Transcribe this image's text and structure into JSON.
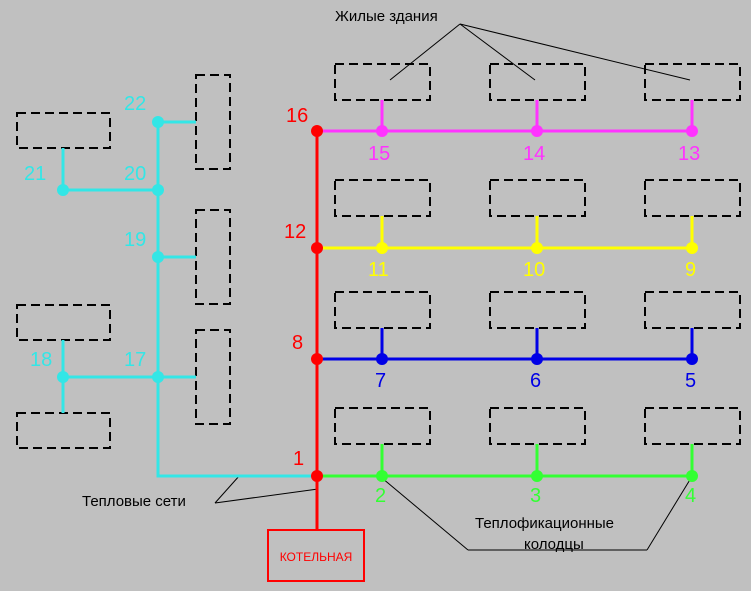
{
  "labels": {
    "residential": "Жилые здания",
    "heat_networks": "Тепловые сети",
    "chambers_line1": "Теплофикационные",
    "chambers_line2": "колодцы",
    "boiler": "КОТЕЛЬНАЯ"
  },
  "nodes": {
    "n1": "1",
    "n2": "2",
    "n3": "3",
    "n4": "4",
    "n5": "5",
    "n6": "6",
    "n7": "7",
    "n8": "8",
    "n9": "9",
    "n10": "10",
    "n11": "11",
    "n12": "12",
    "n13": "13",
    "n14": "14",
    "n15": "15",
    "n16": "16",
    "n17": "17",
    "n18": "18",
    "n19": "19",
    "n20": "20",
    "n21": "21",
    "n22": "22"
  },
  "colors": {
    "background": "#c0c0c0",
    "main_line": "#ff0000",
    "row_green": "#33ff33",
    "row_blue": "#0000e6",
    "row_yellow": "#ffff00",
    "row_magenta": "#ff33ff",
    "branch_cyan": "#33e6e6",
    "building_outline": "#000000"
  }
}
